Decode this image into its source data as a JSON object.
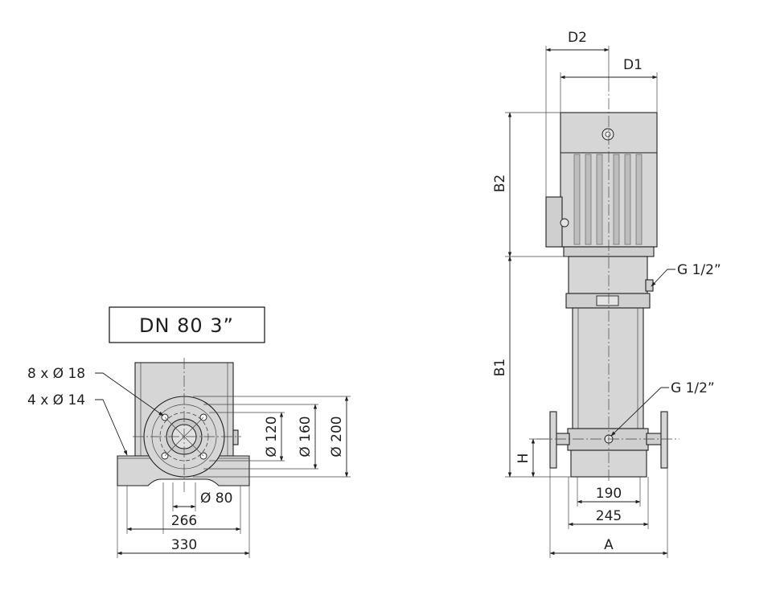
{
  "drawing": {
    "left_view": {
      "title": "DN 80 3”",
      "labels": {
        "flange_holes": "8 x Ø 18",
        "base_holes": "4 x Ø 14",
        "dia_80": "Ø 80",
        "dia_120": "Ø 120",
        "dia_160": "Ø 160",
        "dia_200": "Ø 200",
        "width_266": "266",
        "width_330": "330"
      }
    },
    "right_view": {
      "labels": {
        "d2": "D2",
        "d1": "D1",
        "b2": "B2",
        "b1": "B1",
        "h": "H",
        "g_top": "G 1/2”",
        "g_bottom": "G 1/2”",
        "w_190": "190",
        "w_245": "245",
        "a": "A"
      }
    }
  }
}
